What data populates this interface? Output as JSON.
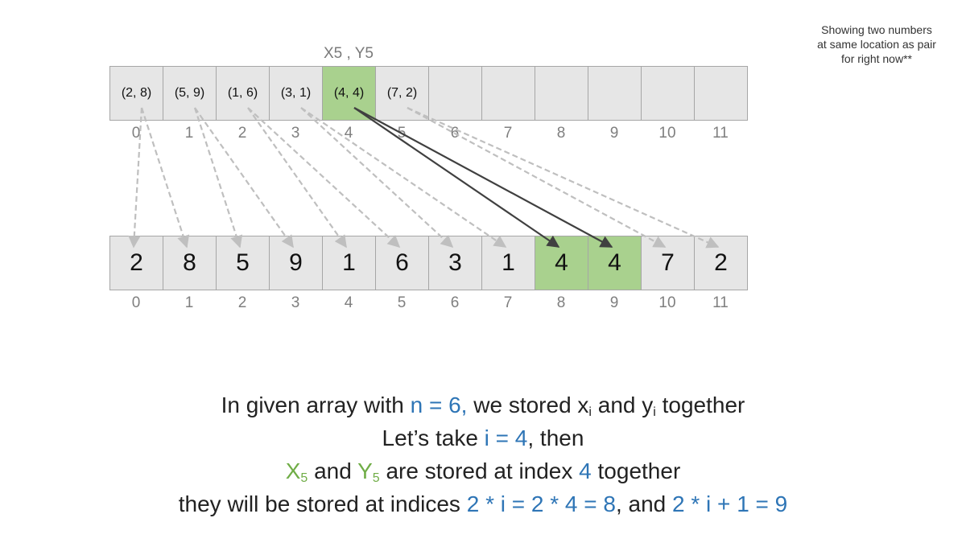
{
  "note": [
    "Showing two numbers",
    "at same location as pair",
    "for right now**"
  ],
  "top_label": "X5 , Y5",
  "pairs": [
    "(2, 8)",
    "(5, 9)",
    "(1, 6)",
    "(3, 1)",
    "(4, 4)",
    "(7, 2)",
    "",
    "",
    "",
    "",
    "",
    ""
  ],
  "pair_highlight_index": 4,
  "top_indices": [
    "0",
    "1",
    "2",
    "3",
    "4",
    "5",
    "6",
    "7",
    "8",
    "9",
    "10",
    "11"
  ],
  "values": [
    "2",
    "8",
    "5",
    "9",
    "1",
    "6",
    "3",
    "1",
    "4",
    "4",
    "7",
    "2"
  ],
  "value_highlight_indices": [
    8,
    9
  ],
  "bottom_indices": [
    "0",
    "1",
    "2",
    "3",
    "4",
    "5",
    "6",
    "7",
    "8",
    "9",
    "10",
    "11"
  ],
  "colors": {
    "cell_bg": "#e6e6e6",
    "highlight": "#a9d18e",
    "blue": "#2e75b6",
    "green": "#70ad47",
    "arrow_gray": "#bfbfbf",
    "arrow_dark": "#404040"
  },
  "text": {
    "l1a": "In given array with ",
    "l1n": "n = 6,",
    "l1b": " we stored x",
    "l1s1": "i",
    "l1c": " and y",
    "l1s2": "i",
    "l1d": " together",
    "l2a": "Let’s take ",
    "l2i": "i = 4",
    "l2b": ", then",
    "l3x": "X",
    "l3xs": "5",
    "l3a": " and ",
    "l3y": "Y",
    "l3ys": "5",
    "l3b": " are stored at index ",
    "l3n": "4",
    "l3c": " together",
    "l4a": "they will be stored at indices ",
    "l4e1": "2 * i = 2 * 4 = 8",
    "l4b": ", and ",
    "l4e2": "2 * i + 1 = 9"
  }
}
